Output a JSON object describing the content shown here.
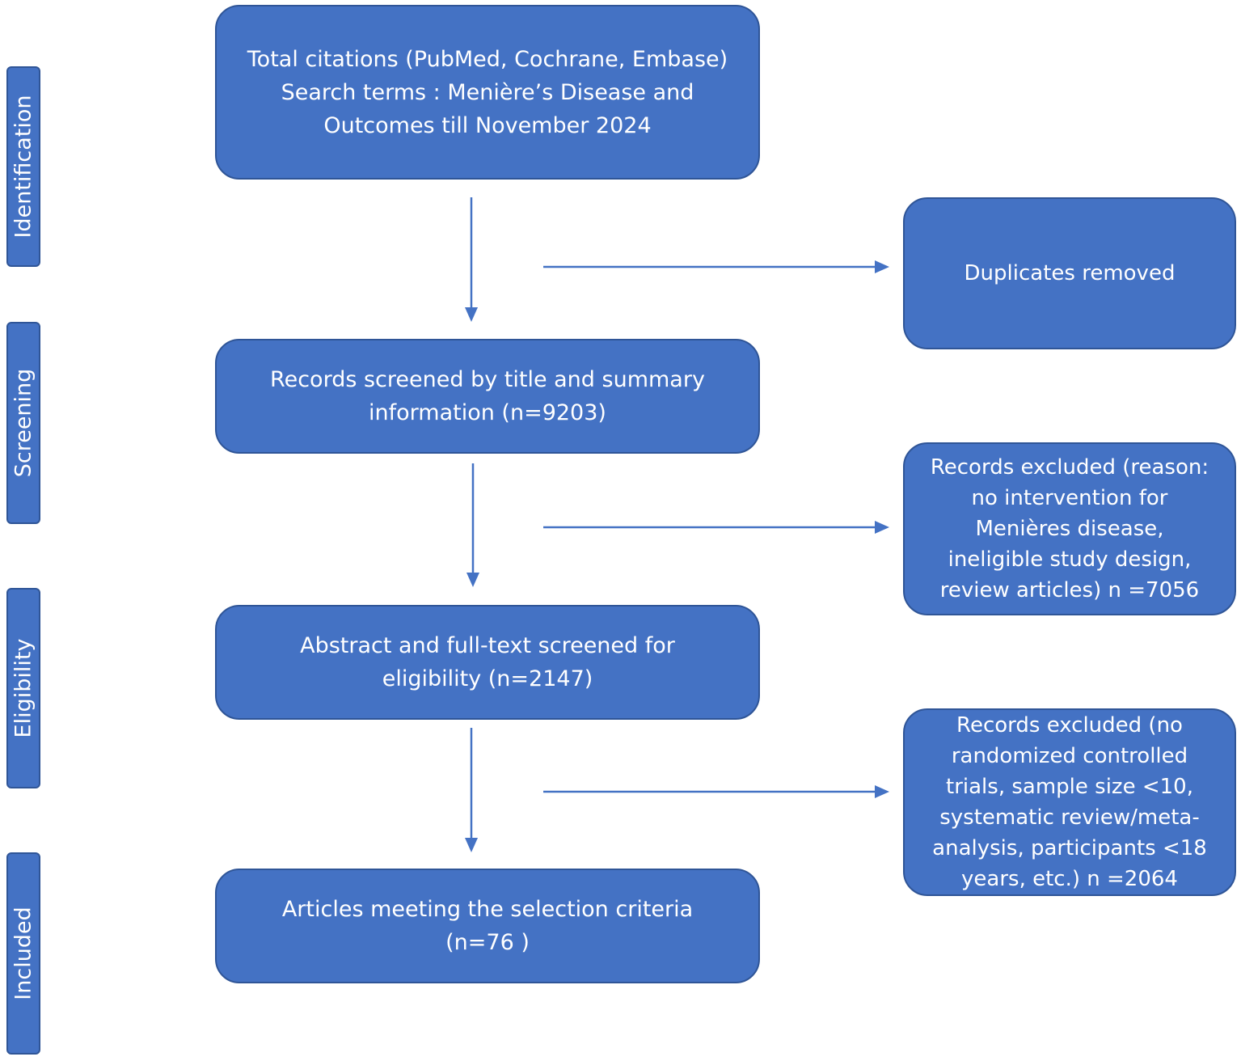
{
  "phases": {
    "identification": "Identification",
    "screening": "Screening",
    "eligibility": "Eligibility",
    "included": "Included"
  },
  "boxes": {
    "citations": "Total citations (PubMed, Cochrane, Embase)\nSearch terms : Menière’s Disease and\nOutcomes till November 2024",
    "screened": "Records screened by title and summary\ninformation  (n=9203)",
    "eligibility": "Abstract and full-text screened for\neligibility (n=2147)",
    "included": "Articles meeting  the selection criteria\n(n=76 )"
  },
  "side_boxes": {
    "duplicates": "Duplicates removed",
    "excluded_screening": "Records excluded (reason:\nno intervention for\nMenières disease,\nineligible study design,\nreview articles) n =7056",
    "excluded_eligibility": "Records excluded (no\nrandomized controlled\ntrials, sample size <10,\nsystematic review/meta-\nanalysis, participants <18\nyears, etc.) n =2064"
  },
  "colors": {
    "box_fill": "#4472c4",
    "box_border": "#2f5597",
    "text": "#ffffff",
    "arrow": "#4472c4"
  }
}
